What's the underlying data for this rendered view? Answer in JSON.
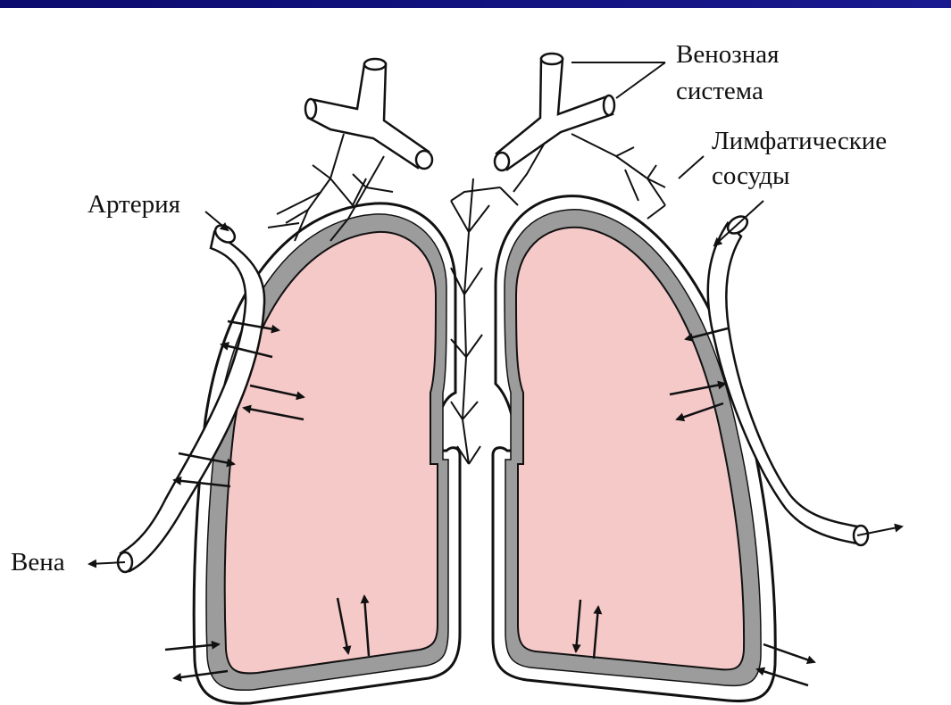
{
  "labels": {
    "venous_line1": "Венозная",
    "venous_line2": "система",
    "lymph_line1": "Лимфатические",
    "lymph_line2": "сосуды",
    "artery": "Артерия",
    "vein": "Вена"
  },
  "colors": {
    "header_bar": "#0f0f80",
    "lung_fill": "#f6c9c9",
    "pleura": "#9c9c9c",
    "ink": "#111111"
  }
}
